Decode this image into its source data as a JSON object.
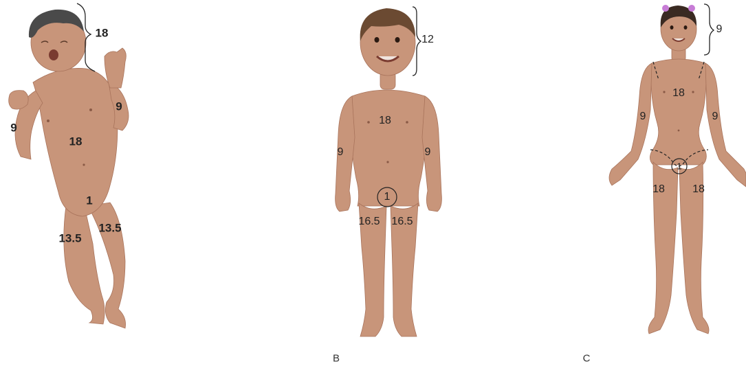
{
  "skin": {
    "tone": "#c8957a",
    "shade": "#a8735b",
    "hair_infant": "#4a4a4a",
    "hair_child": "#6b4a32",
    "hair_adult": "#3a2a22",
    "bow": "#c77cd6"
  },
  "figures": {
    "infant": {
      "head": "18",
      "arm_left": "9",
      "arm_right": "9",
      "trunk": "18",
      "genitals": "1",
      "leg_left": "13.5",
      "leg_right": "13.5"
    },
    "child": {
      "letter": "B",
      "head": "12",
      "trunk": "18",
      "arm_left": "9",
      "arm_right": "9",
      "genitals": "1",
      "leg_left": "16.5",
      "leg_right": "16.5"
    },
    "adult": {
      "letter": "C",
      "head": "9",
      "trunk": "18",
      "arm_left": "9",
      "arm_right": "9",
      "genitals": "1",
      "leg_left": "18",
      "leg_right": "18"
    }
  }
}
